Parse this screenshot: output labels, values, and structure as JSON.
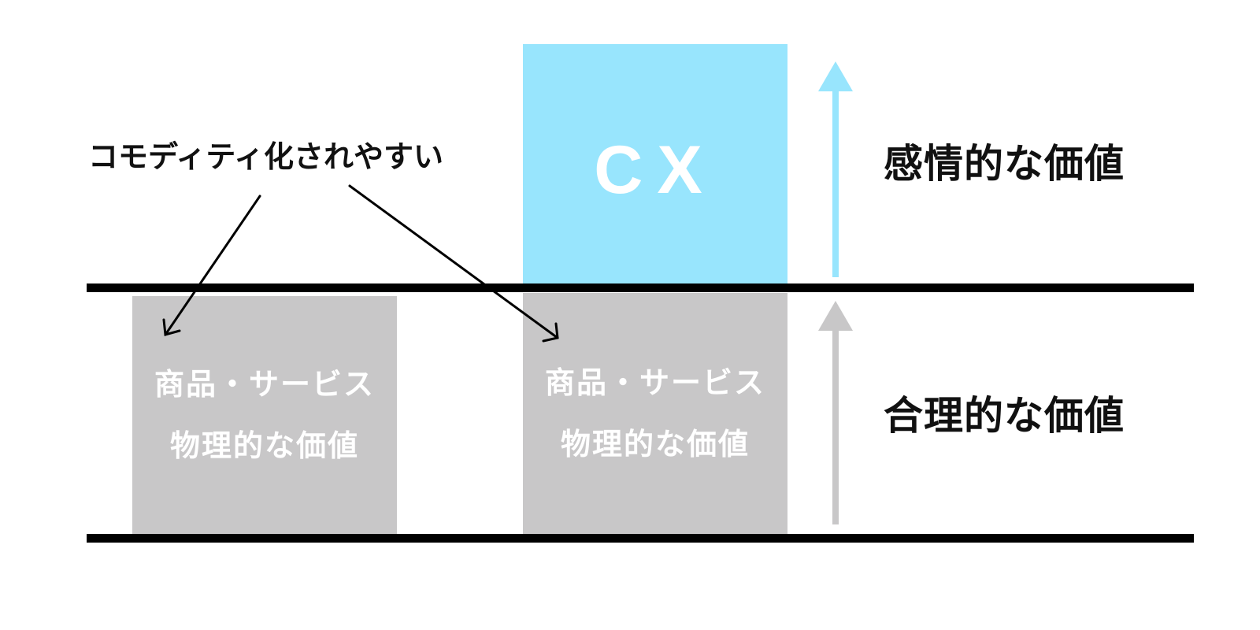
{
  "annotation": "コモディティ化されやすい",
  "boxes": {
    "left": {
      "line1": "商品・サービス",
      "line2": "物理的な価値"
    },
    "middle": {
      "line1": "商品・サービス",
      "line2": "物理的な価値"
    },
    "cx": {
      "label": "CX"
    }
  },
  "levels": {
    "emotional": "感情的な価値",
    "rational": "合理的な価値"
  },
  "colors": {
    "cx_blue": "#98e5fd",
    "gray": "#c8c7c8",
    "line": "#000000"
  }
}
